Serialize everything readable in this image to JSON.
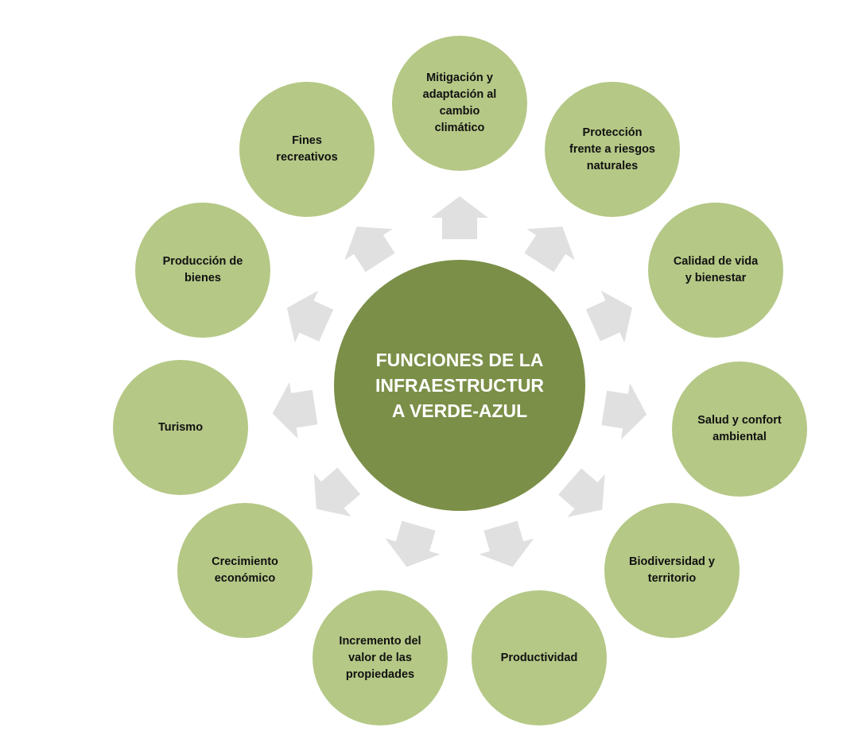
{
  "center": {
    "lines": [
      "FUNCIONES DE LA",
      "INFRAESTRUCTUR",
      "A VERDE-AZUL"
    ]
  },
  "nodes": [
    {
      "id": "mitigacion",
      "lines": [
        "Mitigación y",
        "adaptación al",
        "cambio",
        "climático"
      ]
    },
    {
      "id": "proteccion",
      "lines": [
        "Protección",
        "frente a riesgos",
        "naturales"
      ]
    },
    {
      "id": "calidad-de-vida",
      "lines": [
        "Calidad de vida",
        "y bienestar"
      ]
    },
    {
      "id": "salud",
      "lines": [
        "Salud y confort",
        "ambiental"
      ]
    },
    {
      "id": "biodiversidad",
      "lines": [
        "Biodiversidad y",
        "territorio"
      ]
    },
    {
      "id": "productividad",
      "lines": [
        "Productividad"
      ]
    },
    {
      "id": "incremento-valor",
      "lines": [
        "Incremento del",
        "valor de las",
        "propiedades"
      ]
    },
    {
      "id": "crecimiento",
      "lines": [
        "Crecimiento",
        "económico"
      ]
    },
    {
      "id": "turismo",
      "lines": [
        "Turismo"
      ]
    },
    {
      "id": "produccion",
      "lines": [
        "Producción de",
        "bienes"
      ]
    },
    {
      "id": "fines-recreativos",
      "lines": [
        "Fines",
        "recreativos"
      ]
    }
  ],
  "colors": {
    "outer": "#b5c886",
    "center": "#7b8f48",
    "arrow": "#e0e0e0",
    "text": "#111111",
    "center_text": "#ffffff"
  }
}
